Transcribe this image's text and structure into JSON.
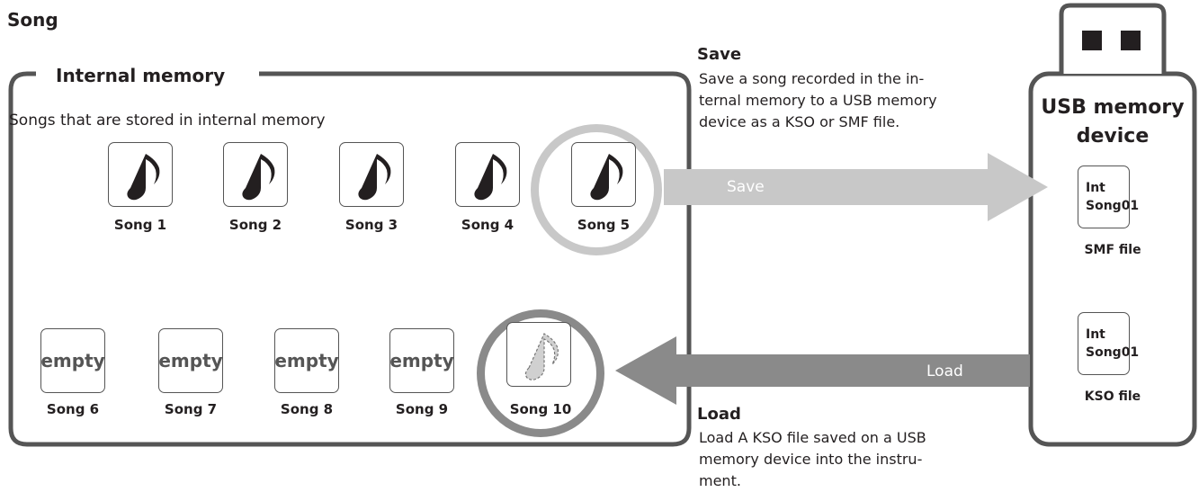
{
  "section_title": "Song",
  "internal_memory": {
    "label": "Internal memory",
    "description": "Songs that are stored in internal memory"
  },
  "songs_row1": [
    {
      "label": "Song 1",
      "icon": "note-icon"
    },
    {
      "label": "Song 2",
      "icon": "note-icon"
    },
    {
      "label": "Song 3",
      "icon": "note-icon"
    },
    {
      "label": "Song 4",
      "icon": "note-icon"
    },
    {
      "label": "Song 5",
      "icon": "note-icon",
      "highlighted": true
    }
  ],
  "songs_row2": [
    {
      "label": "Song 6",
      "tile_text": "empty"
    },
    {
      "label": "Song 7",
      "tile_text": "empty"
    },
    {
      "label": "Song 8",
      "tile_text": "empty"
    },
    {
      "label": "Song 9",
      "tile_text": "empty"
    },
    {
      "label": "Song 10",
      "icon": "dashed-note-icon",
      "highlighted": true
    }
  ],
  "save": {
    "arrow_label": "Save",
    "heading": "Save",
    "description_lines": [
      "Save a song recorded in the in-",
      "ternal memory to a USB memory",
      "device as a KSO or SMF file."
    ]
  },
  "load": {
    "arrow_label": "Load",
    "heading": "Load",
    "description_lines": [
      "Load A KSO file saved on a USB",
      "memory device into the instru-",
      "ment."
    ]
  },
  "usb_device": {
    "title_lines": [
      "USB memory",
      "device"
    ],
    "files": [
      {
        "line1": "Int",
        "line2": "Song01",
        "caption": "SMF file"
      },
      {
        "line1": "Int",
        "line2": "Song01",
        "caption": "KSO file"
      }
    ]
  },
  "colors": {
    "save_arrow": "#c8c8c8",
    "load_arrow": "#8a8a8a",
    "save_ring": "#c8c8c8",
    "load_ring": "#8a8a8a",
    "frame": "#555555"
  }
}
